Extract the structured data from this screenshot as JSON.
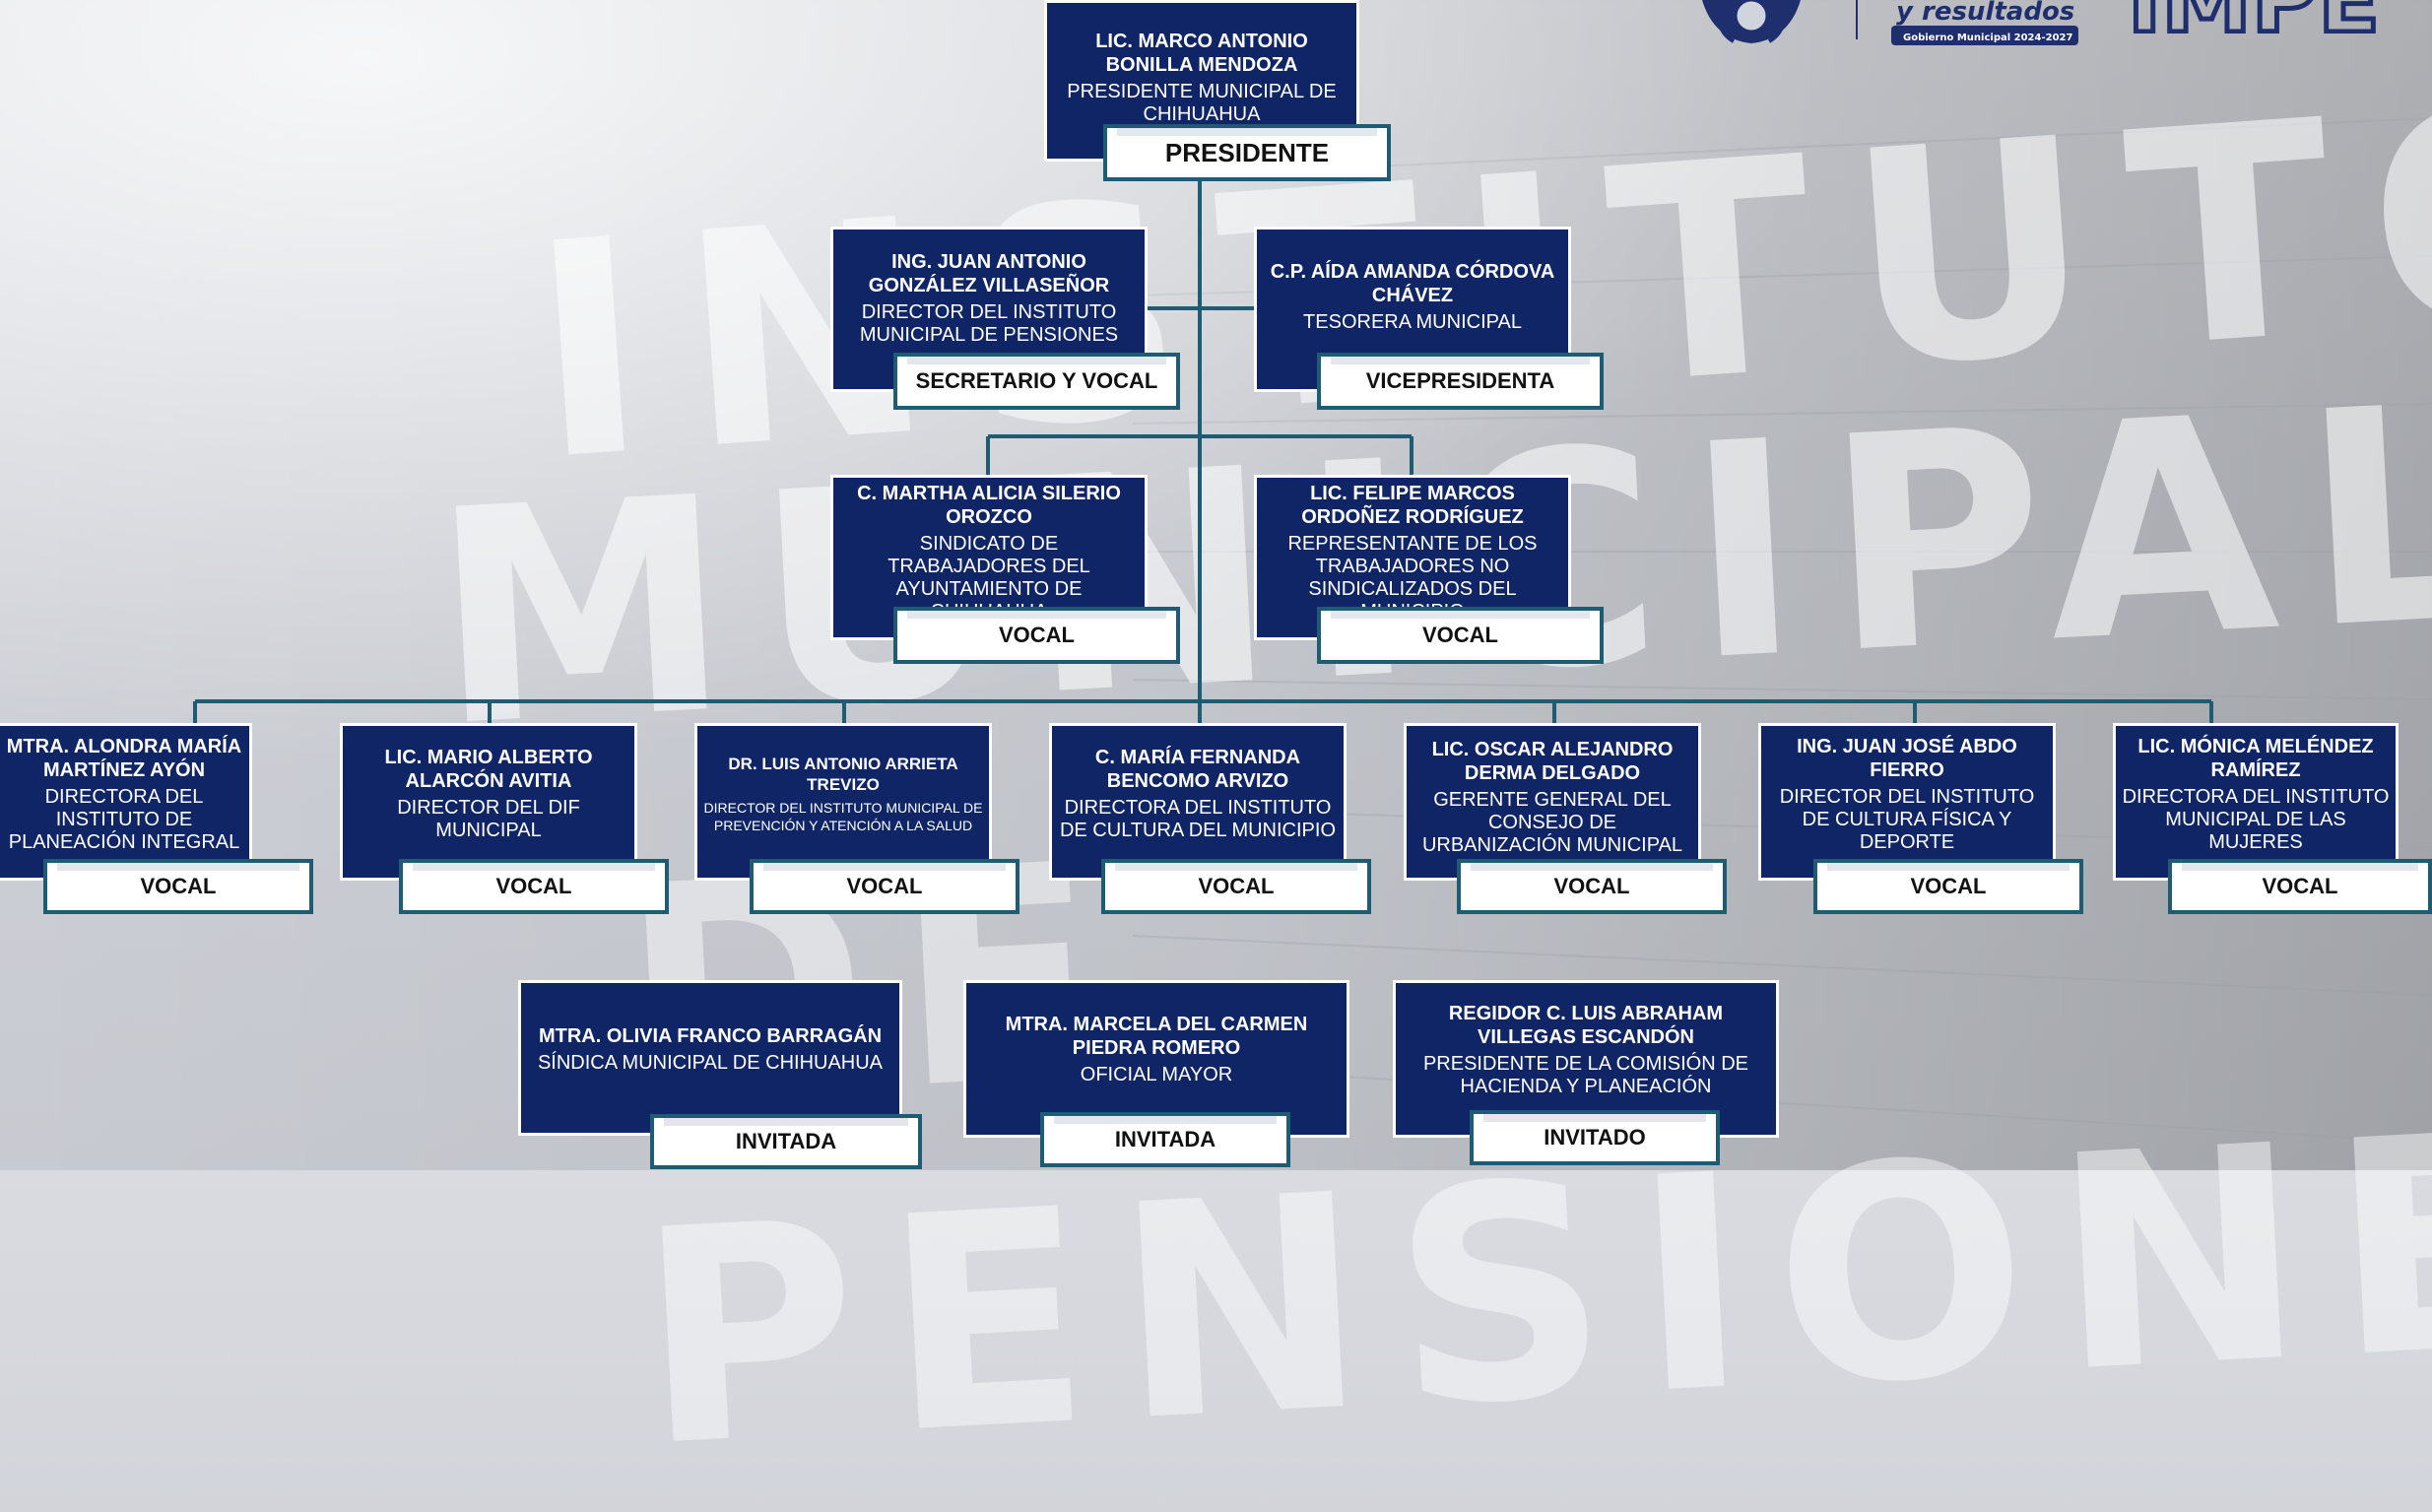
{
  "header": {
    "logos": [
      "municipal-seal",
      "gobierno-municipal-logo",
      "impe-logo"
    ],
    "slogan": "y resultados",
    "slogan_sub": "Gobierno Municipal 2024-2027",
    "brand": "IMPE"
  },
  "watermark": {
    "lines": [
      "INSTITUTO",
      "MUNICIPAL",
      "DE PENSIONES"
    ]
  },
  "colors": {
    "card": "#0f2566",
    "tag_border": "#1d5c73",
    "connector": "#1d5c73"
  },
  "president": {
    "name": "LIC. MARCO ANTONIO BONILLA MENDOZA",
    "role": "PRESIDENTE MUNICIPAL DE CHIHUAHUA",
    "tag": "PRESIDENTE"
  },
  "level2": [
    {
      "name": "ING. JUAN ANTONIO GONZÁLEZ VILLASEÑOR",
      "role": "DIRECTOR DEL INSTITUTO MUNICIPAL DE PENSIONES",
      "tag": "SECRETARIO Y VOCAL"
    },
    {
      "name": "C.P. AÍDA AMANDA CÓRDOVA CHÁVEZ",
      "role": "TESORERA MUNICIPAL",
      "tag": "VICEPRESIDENTA"
    }
  ],
  "level3": [
    {
      "name": "C. MARTHA ALICIA SILERIO OROZCO",
      "role": "SINDICATO DE TRABAJADORES DEL AYUNTAMIENTO DE CHIHUAHUA",
      "tag": "VOCAL"
    },
    {
      "name": "LIC. FELIPE MARCOS ORDOÑEZ RODRÍGUEZ",
      "role": "REPRESENTANTE DE LOS TRABAJADORES NO SINDICALIZADOS DEL MUNICIPIO",
      "tag": "VOCAL"
    }
  ],
  "vocales": [
    {
      "name": "MTRA. ALONDRA MARÍA MARTÍNEZ AYÓN",
      "role": "DIRECTORA DEL INSTITUTO DE PLANEACIÓN INTEGRAL",
      "tag": "VOCAL"
    },
    {
      "name": "LIC. MARIO ALBERTO ALARCÓN AVITIA",
      "role": "DIRECTOR DEL DIF MUNICIPAL",
      "tag": "VOCAL"
    },
    {
      "name": "DR. LUIS ANTONIO ARRIETA TREVIZO",
      "role": "DIRECTOR DEL INSTITUTO MUNICIPAL DE PREVENCIÓN Y ATENCIÓN A LA SALUD",
      "tag": "VOCAL"
    },
    {
      "name": "C. MARÍA FERNANDA BENCOMO ARVIZO",
      "role": "DIRECTORA DEL INSTITUTO DE CULTURA DEL MUNICIPIO",
      "tag": "VOCAL"
    },
    {
      "name": "LIC. OSCAR ALEJANDRO DERMA DELGADO",
      "role": "GERENTE GENERAL DEL CONSEJO DE URBANIZACIÓN MUNICIPAL",
      "tag": "VOCAL"
    },
    {
      "name": "ING. JUAN JOSÉ ABDO FIERRO",
      "role": "DIRECTOR DEL INSTITUTO DE CULTURA FÍSICA Y DEPORTE",
      "tag": "VOCAL"
    },
    {
      "name": "LIC. MÓNICA MELÉNDEZ RAMÍREZ",
      "role": "DIRECTORA DEL INSTITUTO MUNICIPAL DE LAS MUJERES",
      "tag": "VOCAL"
    }
  ],
  "invitados": [
    {
      "name": "MTRA. OLIVIA FRANCO BARRAGÁN",
      "role": "SÍNDICA MUNICIPAL DE CHIHUAHUA",
      "tag": "INVITADA"
    },
    {
      "name": "MTRA. MARCELA DEL CARMEN PIEDRA ROMERO",
      "role": "OFICIAL MAYOR",
      "tag": "INVITADA"
    },
    {
      "name": "REGIDOR C. LUIS ABRAHAM VILLEGAS ESCANDÓN",
      "role": "PRESIDENTE DE LA COMISIÓN DE HACIENDA Y PLANEACIÓN",
      "tag": "INVITADO"
    }
  ]
}
